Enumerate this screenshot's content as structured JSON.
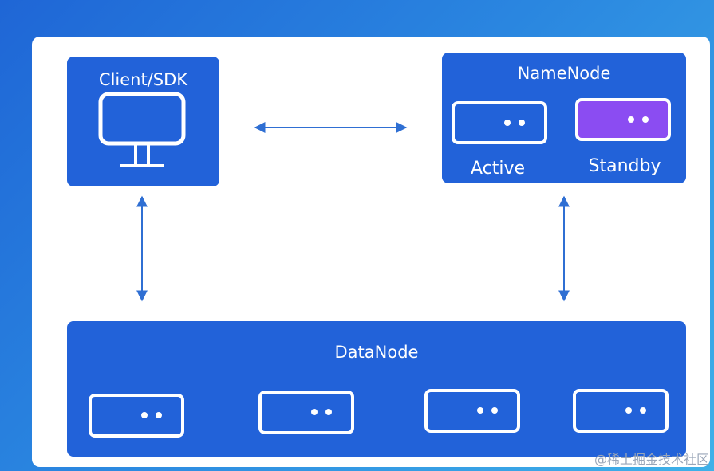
{
  "diagram": {
    "client": {
      "title": "Client/SDK",
      "icon": "monitor-icon"
    },
    "namenode": {
      "title": "NameNode",
      "active_label": "Active",
      "standby_label": "Standby"
    },
    "datanode": {
      "title": "DataNode",
      "server_count": 4
    },
    "colors": {
      "node_fill": "#2262d9",
      "standby_fill": "#8b4cf2",
      "arrow": "#2f6fd3",
      "panel": "#ffffff"
    }
  },
  "watermark": "@稀土掘金技术社区"
}
